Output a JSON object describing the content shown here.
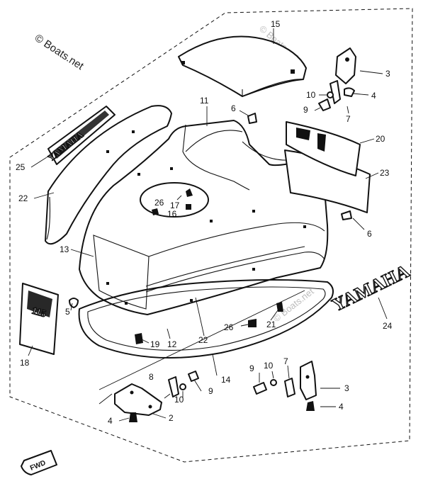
{
  "watermark": {
    "main": "© Boats.net",
    "faint": [
      "© Boats.net",
      "© Boats.net"
    ]
  },
  "brand": {
    "yamaha": "YAMAHA",
    "emblem": "YAMAHA",
    "side_badge": "115",
    "direction": "FWD"
  },
  "callouts": {
    "c2": "2",
    "c3a": "3",
    "c3b": "3",
    "c4a": "4",
    "c4b": "4",
    "c4c": "4",
    "c5": "5",
    "c6a": "6",
    "c6b": "6",
    "c7a": "7",
    "c7b": "7",
    "c8": "8",
    "c9a": "9",
    "c9b": "9",
    "c9c": "9",
    "c10a": "10",
    "c10b": "10",
    "c10c": "10",
    "c11": "11",
    "c12": "12",
    "c13": "13",
    "c14": "14",
    "c15": "15",
    "c16": "16",
    "c17": "17",
    "c18": "18",
    "c19": "19",
    "c20": "20",
    "c21": "21",
    "c22a": "22",
    "c22b": "22",
    "c23": "23",
    "c24": "24",
    "c25": "25",
    "c26a": "26",
    "c26b": "26"
  }
}
